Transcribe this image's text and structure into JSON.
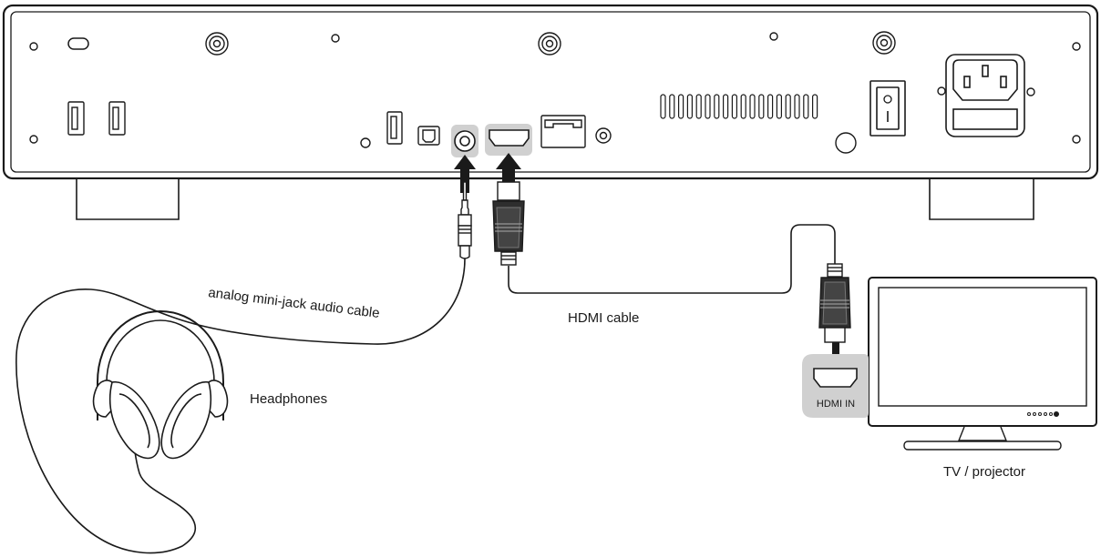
{
  "labels": {
    "audio_cable": "analog mini-jack audio cable",
    "hdmi_cable": "HDMI cable",
    "headphones": "Headphones",
    "hdmi_in": "HDMI IN",
    "tv": "TV / projector"
  },
  "colors": {
    "outline": "#1a1a1a",
    "port_highlight": "#d0d0d0",
    "plug_fill": "#2e2e2e",
    "background": "#ffffff"
  }
}
